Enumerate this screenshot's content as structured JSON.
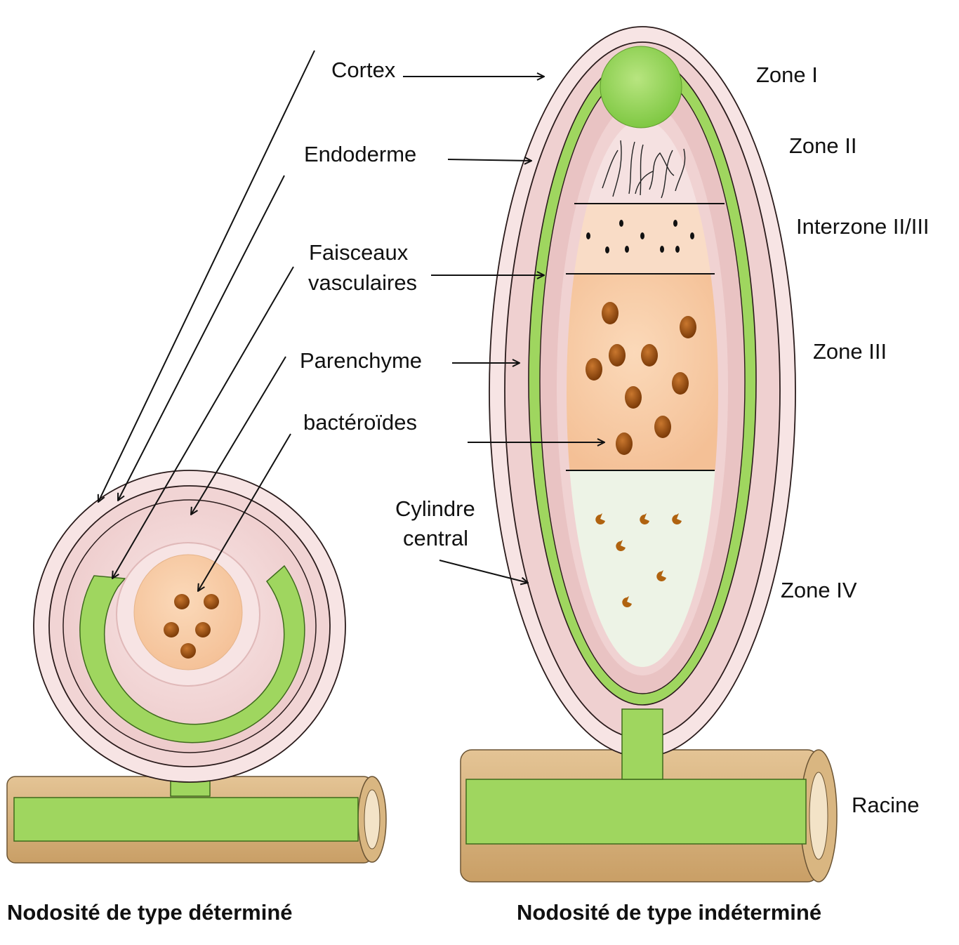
{
  "labels": {
    "cortex": "Cortex",
    "endoderme": "Endoderme",
    "faisceaux_line1": "Faisceaux",
    "faisceaux_line2": "vasculaires",
    "parenchyme": "Parenchyme",
    "bacteroides": "bactéroïdes",
    "cylindre_line1": "Cylindre",
    "cylindre_line2": "central",
    "racine": "Racine"
  },
  "zones": {
    "zone1": "Zone I",
    "zone2": "Zone II",
    "interzone": "Interzone II/III",
    "zone3": "Zone III",
    "zone4": "Zone IV"
  },
  "captions": {
    "left": "Nodosité de type déterminé",
    "right": "Nodosité de type indéterminé"
  },
  "colors": {
    "cortex_pink": "#f3d7d7",
    "parenchyme_pink": "#e9bcbc",
    "vascular_green": "#9fd65f",
    "meristem_green": "#8fd24f",
    "infected_orange": "#f8cba3",
    "interzone_peach": "#f9dcc6",
    "senescent_pale": "#edf3e6",
    "bacteroid_brown": "#9a4f12",
    "root_tan": "#d8b47f"
  }
}
